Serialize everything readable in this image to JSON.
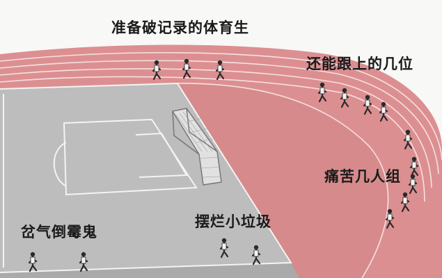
{
  "labels": {
    "record_breakers": "准备破记录的体育生",
    "keep_up": "还能跟上的几位",
    "suffering_group": "痛苦几人组",
    "trash_pickers": "摆烂小垃圾",
    "unlucky": "岔气倒霉鬼"
  },
  "colors": {
    "track": "#dc8f91",
    "track_dark": "#c97b7e",
    "lane_line": "#f6e1e1",
    "field": "#bdbdbd",
    "field_line": "#f4f4f4"
  }
}
